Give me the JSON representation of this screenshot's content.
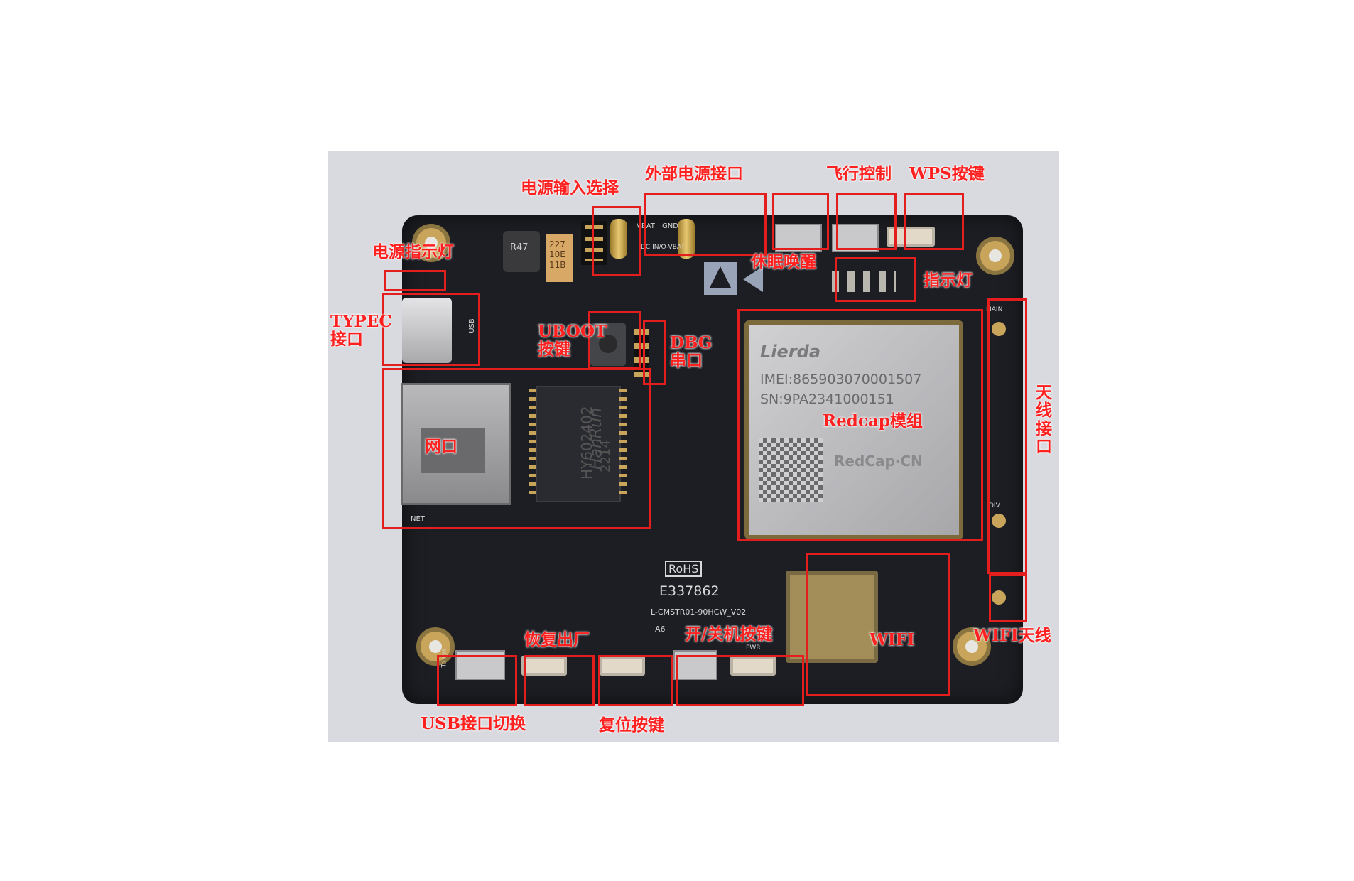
{
  "labels": {
    "power_select": "电源输入选择",
    "ext_power": "外部电源接口",
    "flight_ctrl": "飞行控制",
    "wps_key": "WPS按键",
    "power_led": "电源指示灯",
    "sleep_wake": "休眠唤醒",
    "indicator": "指示灯",
    "typec": "TYPEC\n接口",
    "uboot": "UBOOT\n按键",
    "dbg": "DBG\n串口",
    "ethernet": "网口",
    "redcap": "Redcap模组",
    "antenna": "天\n线\n接\n口",
    "wifi": "WIFI",
    "wifi_antenna": "WIFI天线",
    "factory_reset": "恢复出厂",
    "power_key": "开/关机按键",
    "usb_switch": "USB接口切换",
    "reset_key": "复位按键"
  },
  "board_text": {
    "vbat": "VBAT",
    "gnd": "GND",
    "dc_in": "DC IN/O-VBAT",
    "inductor": "R47",
    "cap": "227\n10E\n11B",
    "brand": "Lierda",
    "imei": "IMEI:865903070001507",
    "sn": "SN:9PA2341000151",
    "module_mark": "RedCap·CN",
    "transformer_brand": "HanRun",
    "transformer_model": "HY602402",
    "transformer_code": "2214",
    "rohs": "RoHS",
    "ul": "E337862",
    "board_id": "L-CMSTR01-90HCW_V02",
    "rev": "A6",
    "net": "NET",
    "pwr": "PWR",
    "to_sys": "To sys",
    "main": "MAIN",
    "div": "DIV",
    "usb": "USB"
  },
  "colors": {
    "annotation": "#e41d1d",
    "label_text": "#ff2020",
    "pcb": "#1d1e23",
    "gold": "#c8a55b",
    "shield": "#bcbcbf"
  }
}
